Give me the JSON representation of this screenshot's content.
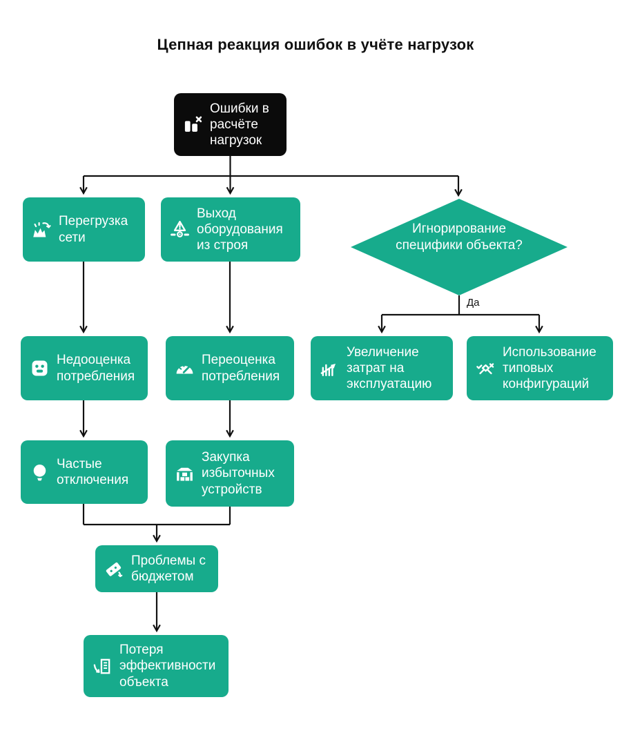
{
  "title": "Цепная реакция ошибок в учёте нагрузок",
  "colors": {
    "node_fill": "#17AB8C",
    "root_fill": "#0B0B0B",
    "line": "#111111",
    "node_text": "#FFFFFF",
    "background": "#FFFFFF"
  },
  "labels": {
    "yes": "Да"
  },
  "nodes": {
    "root": {
      "label": "Ошибки в расчёте нагрузок",
      "icon": "bars-error-icon"
    },
    "overload": {
      "label": "Перегрузка сети",
      "icon": "power-surge-icon"
    },
    "failure": {
      "label": "Выход оборудования из строя",
      "icon": "equipment-warning-icon"
    },
    "decision": {
      "label": "Игнорирование специфики объекта?"
    },
    "under": {
      "label": "Недооценка потребления",
      "icon": "outlet-icon"
    },
    "over": {
      "label": "Переоценка потребления",
      "icon": "gauge-icon"
    },
    "costs": {
      "label": "Увеличение затрат на эксплуатацию",
      "icon": "rising-costs-icon"
    },
    "typical": {
      "label": "Использование типовых конфигураций",
      "icon": "config-check-icon"
    },
    "outages": {
      "label": "Частые отключения",
      "icon": "lightbulb-icon"
    },
    "purchase": {
      "label": "Закупка избыточных устройств",
      "icon": "warehouse-icon"
    },
    "budget": {
      "label": "Проблемы с бюджетом",
      "icon": "banknote-icon"
    },
    "loss": {
      "label": "Потеря эффективности объекта",
      "icon": "building-decline-icon"
    }
  }
}
